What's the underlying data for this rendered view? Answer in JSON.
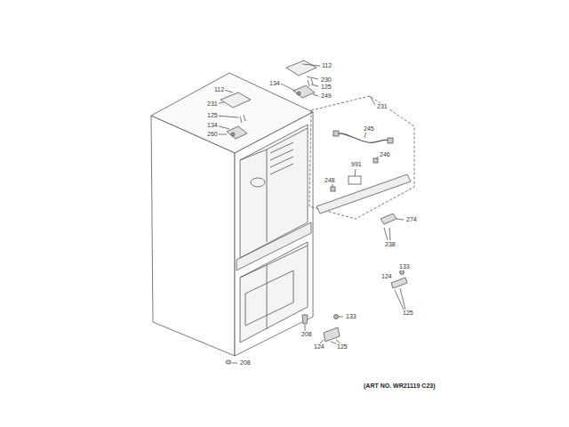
{
  "diagram": {
    "labels": [
      "112",
      "230",
      "125",
      "134",
      "249",
      "112",
      "231",
      "125",
      "134",
      "260",
      "231",
      "245",
      "991",
      "246",
      "248",
      "274",
      "238",
      "133",
      "124",
      "125",
      "133",
      "208",
      "124",
      "125",
      "208",
      "(ART NO. WR21119 C23)"
    ]
  }
}
